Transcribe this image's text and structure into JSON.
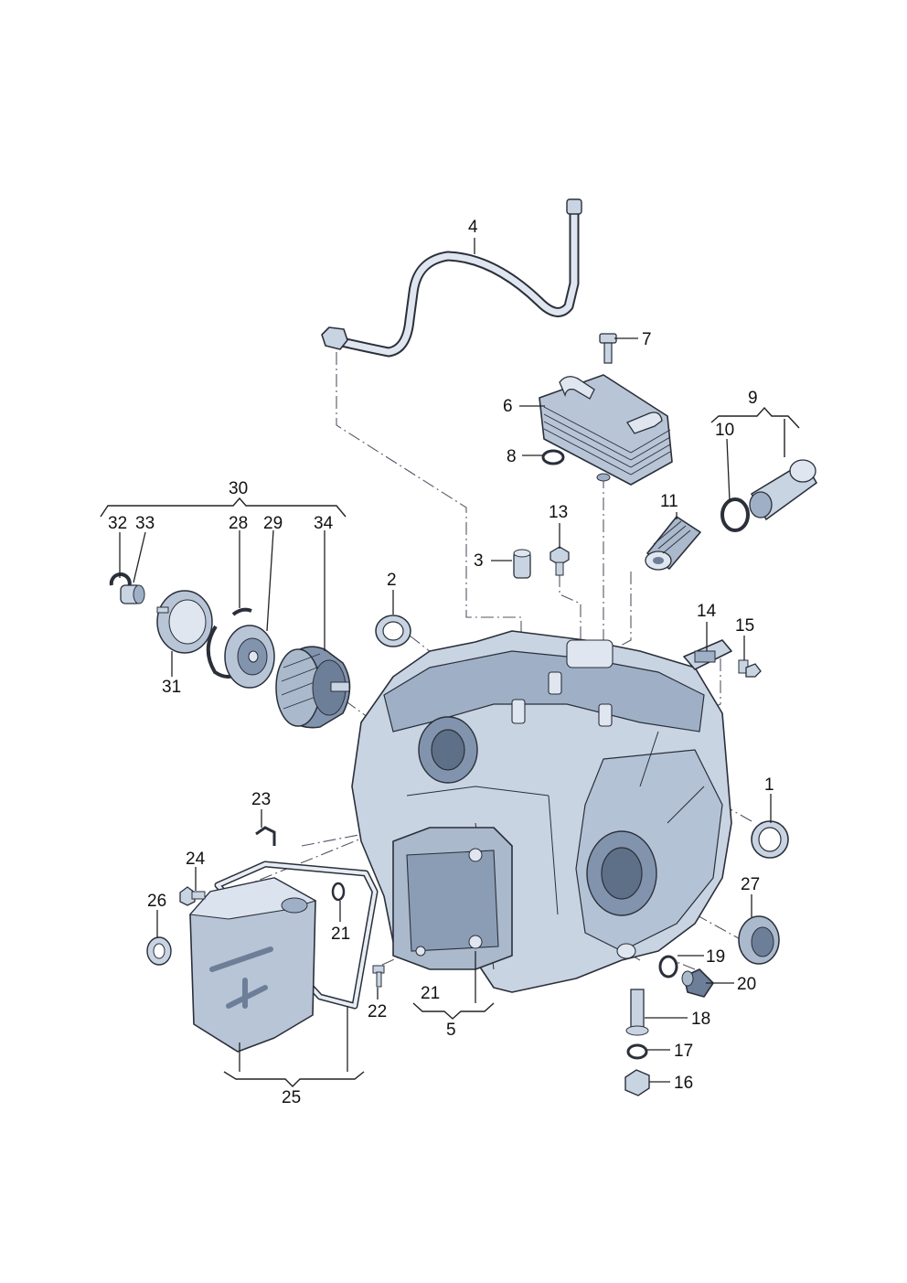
{
  "labels": {
    "p1": "1",
    "p2": "2",
    "p3": "3",
    "p4": "4",
    "p5": "5",
    "p6": "6",
    "p7": "7",
    "p8": "8",
    "p9": "9",
    "p10": "10",
    "p11": "11",
    "p13": "13",
    "p14": "14",
    "p15": "15",
    "p16": "16",
    "p17": "17",
    "p18": "18",
    "p19": "19",
    "p20": "20",
    "p21a": "21",
    "p21b": "21",
    "p22": "22",
    "p23": "23",
    "p24": "24",
    "p25": "25",
    "p26": "26",
    "p27": "27",
    "p28": "28",
    "p29": "29",
    "p30": "30",
    "p31": "31",
    "p32": "32",
    "p33": "33",
    "p34": "34"
  },
  "colors": {
    "part_fill": "#c9d4e2",
    "part_shade": "#9fb0c6",
    "part_dark": "#6d7f98",
    "line": "#2a2f3a"
  }
}
